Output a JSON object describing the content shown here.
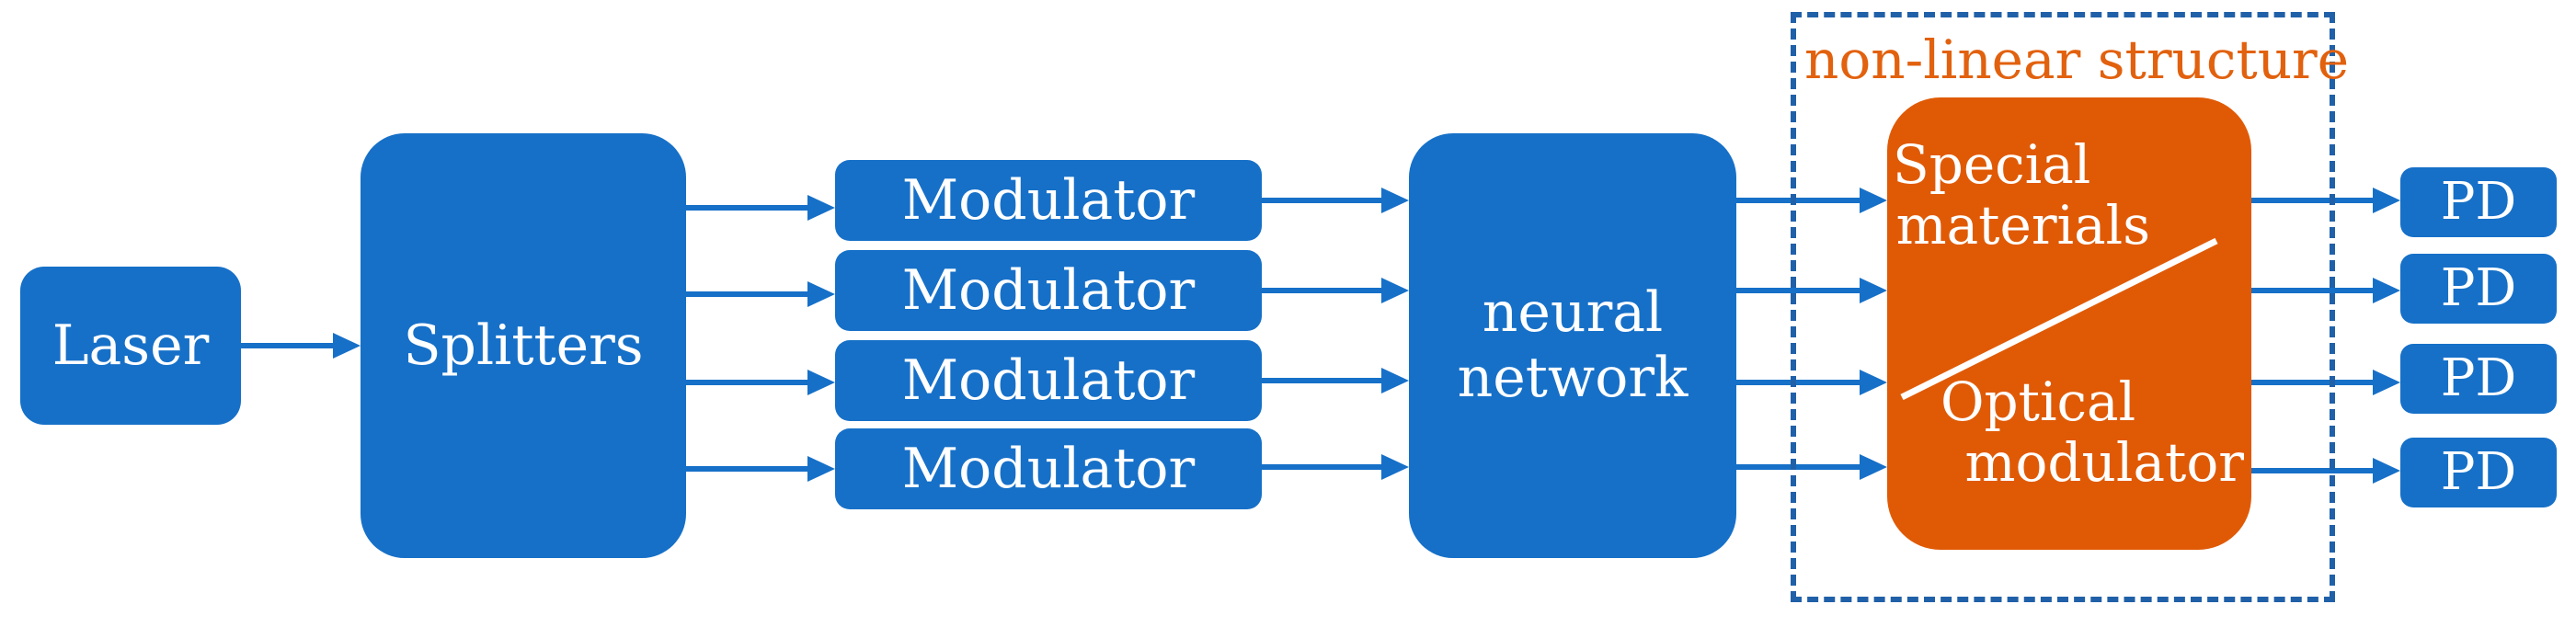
{
  "diagram": {
    "laser": "Laser",
    "splitters": "Splitters",
    "modulators": [
      "Modulator",
      "Modulator",
      "Modulator",
      "Modulator"
    ],
    "neural_network": [
      "neural",
      "network"
    ],
    "nonlinear_title": "non-linear structure",
    "special_materials": [
      "Special",
      "materials"
    ],
    "optical_modulator": [
      "Optical",
      "modulator"
    ],
    "detectors": [
      "PD",
      "PD",
      "PD",
      "PD"
    ]
  },
  "colors": {
    "box": "#1670c8",
    "nonlinear": "#e05a06",
    "title": "#e2610e",
    "frame": "#2060a8",
    "arrow": "#1670c8"
  }
}
